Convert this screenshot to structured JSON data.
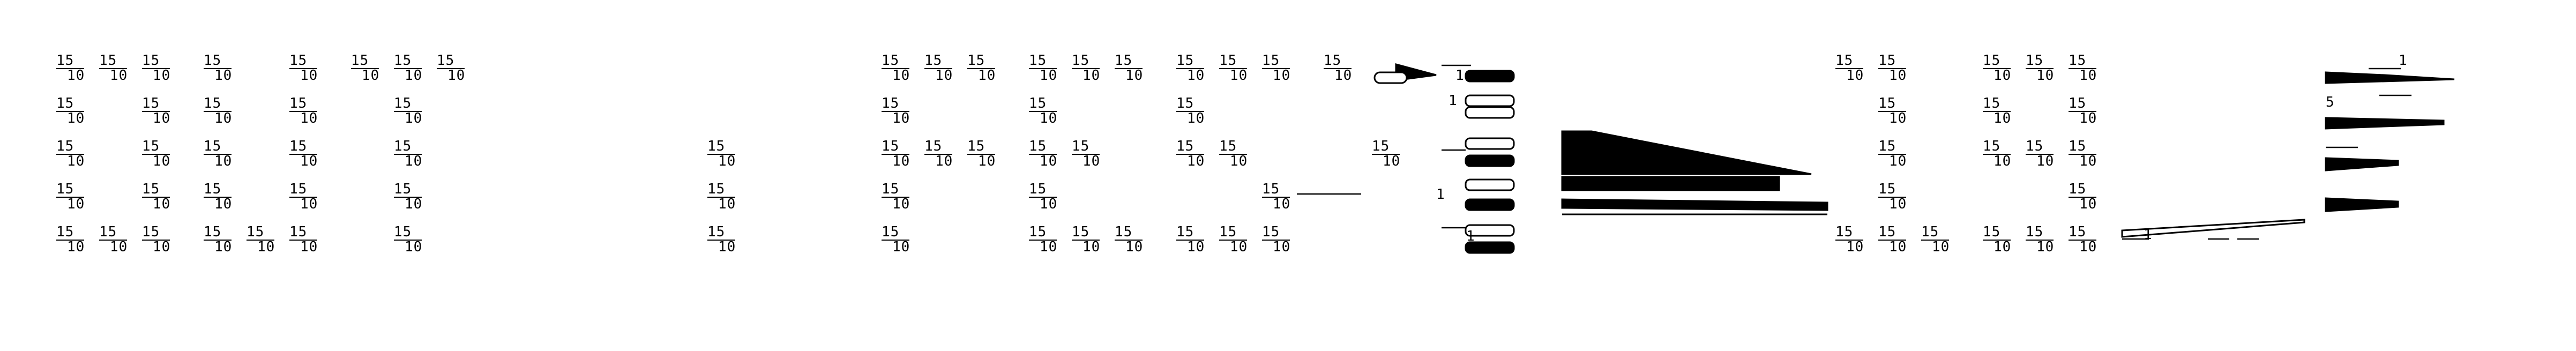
{
  "fraction": {
    "numerator": "15",
    "denominator": "10"
  },
  "glyphs": [
    "1",
    "1",
    "1",
    "1",
    "1",
    "5",
    "1"
  ]
}
